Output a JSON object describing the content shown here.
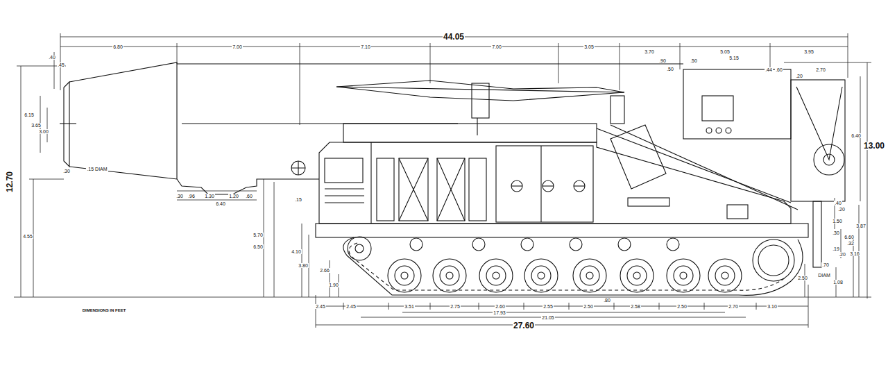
{
  "diagram": {
    "labels": [
      "44.05",
      ".40",
      ".45",
      "6.80",
      "7.00",
      "7.10",
      "7.00",
      "3.05",
      "3.70",
      ".90",
      ".50",
      ".50",
      "5.05",
      "5.15",
      "3.95",
      ".44",
      ".60",
      "2.70",
      ".20",
      "13.00",
      "12.70",
      "6.15",
      "3.65",
      "3.00",
      ".30",
      ".15 DIAM",
      "4.55",
      ".30",
      ".96",
      "1.30",
      "1.20",
      ".60",
      "6.40",
      ".15",
      "5.70",
      "6.50",
      "4.10",
      "3.80",
      "2.66",
      "1.90",
      "2.45",
      "2.45",
      "3.51",
      "2.75",
      "2.60",
      "2.55",
      ".80",
      "2.50",
      "2.58",
      "2.50",
      "2.70",
      "3.10",
      "17.93",
      "21.05",
      "27.60",
      "DIMENSIONS IN FEET",
      "6.40",
      ".40",
      ".20",
      "1.50",
      ".30",
      "6.60",
      ".32",
      ".19",
      ".20",
      "3.87",
      "3.16",
      ".70",
      "DIAM",
      "1.08",
      "2.50"
    ]
  }
}
